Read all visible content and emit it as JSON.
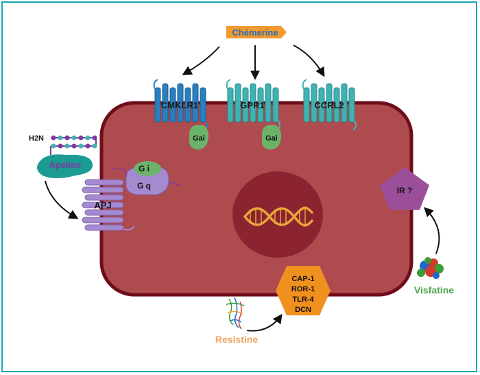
{
  "ligands": {
    "chemerine": "Chémerine",
    "apeline": "Apeline",
    "h2n": "H2N",
    "resistine": "Resistine",
    "visfatine": "Visfatine"
  },
  "receptors": {
    "cmklr1": "CMKLR1",
    "gpr1": "GPR1",
    "ccrl2": "CCRL2",
    "apj": "APJ",
    "ir": "IR ?"
  },
  "gproteins": {
    "gai_1": "Gai",
    "gai_2": "Gai",
    "gi": "G i",
    "gq": "G q"
  },
  "resistin_receptors": [
    "CAP-1",
    "ROR-1",
    "TLR-4",
    "DCN"
  ],
  "colors": {
    "cell_fill": "#ae4b4e",
    "cell_border": "#6e0e1a",
    "nucleus": "#8c2331",
    "dna": "#e8a63a",
    "cmklr1": "#2a7fc0",
    "gpr1": "#3fb3b3",
    "apj": "#a68ad0",
    "gprotein": "#6cb36a",
    "chemerine_tag": "#f29a2e",
    "chemerine_text": "#2a6fb5",
    "apeline_body": "#1c9b93",
    "apeline_text": "#7b3ba0",
    "ir_fill": "#9b4f99",
    "hexagon": "#f0901f",
    "resistine_text": "#e8a765",
    "visfatine_text": "#4da348"
  }
}
